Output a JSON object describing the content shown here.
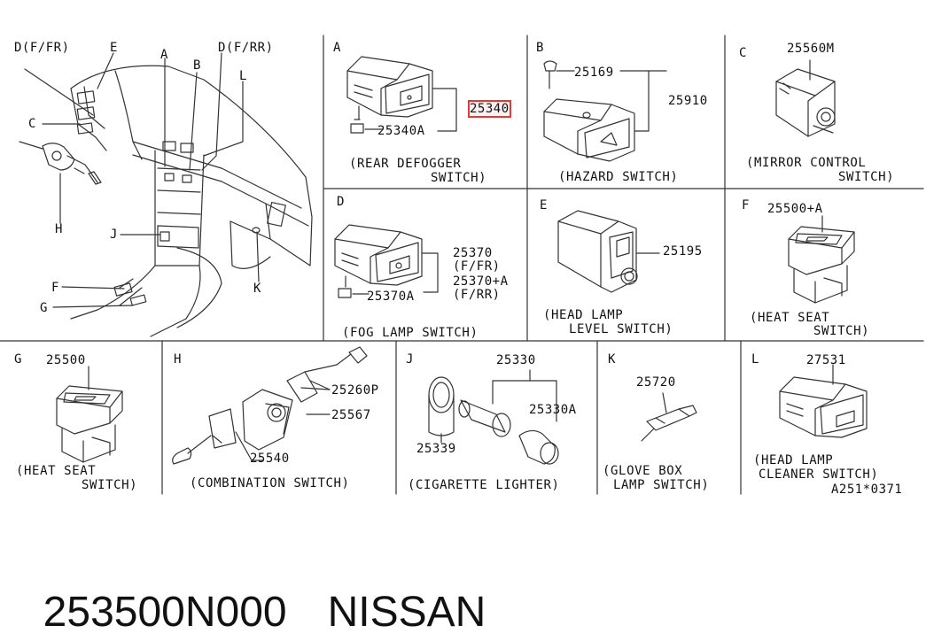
{
  "overview": {
    "labels": {
      "d_fr": "D(F/FR)",
      "e": "E",
      "a": "A",
      "b": "B",
      "d_rr": "D(F/RR)",
      "l": "L",
      "c": "C",
      "h": "H",
      "j": "J",
      "f": "F",
      "g": "G",
      "k": "K"
    }
  },
  "panels": {
    "A": {
      "letter": "A",
      "parts": [
        "25340",
        "25340A"
      ],
      "caption": [
        "(REAR DEFOGGER",
        "SWITCH)"
      ]
    },
    "B": {
      "letter": "B",
      "parts": [
        "25169",
        "25910"
      ],
      "caption": [
        "(HAZARD SWITCH)"
      ]
    },
    "C": {
      "letter": "C",
      "parts": [
        "25560M"
      ],
      "caption": [
        "(MIRROR CONTROL",
        "SWITCH)"
      ]
    },
    "D": {
      "letter": "D",
      "parts": [
        "25370",
        "(F/FR)",
        "25370+A",
        "(F/RR)",
        "25370A"
      ],
      "caption": [
        "(FOG LAMP SWITCH)"
      ]
    },
    "E": {
      "letter": "E",
      "parts": [
        "25195"
      ],
      "caption": [
        "(HEAD LAMP",
        "LEVEL SWITCH)"
      ]
    },
    "F": {
      "letter": "F",
      "parts": [
        "25500+A"
      ],
      "caption": [
        "(HEAT SEAT",
        "SWITCH)"
      ]
    },
    "G": {
      "letter": "G",
      "parts": [
        "25500"
      ],
      "caption": [
        "(HEAT SEAT",
        "SWITCH)"
      ]
    },
    "H": {
      "letter": "H",
      "parts": [
        "25260P",
        "25567",
        "25540"
      ],
      "caption": [
        "(COMBINATION SWITCH)"
      ]
    },
    "J": {
      "letter": "J",
      "parts": [
        "25330",
        "25330A",
        "25339"
      ],
      "caption": [
        "(CIGARETTE LIGHTER)"
      ]
    },
    "K": {
      "letter": "K",
      "parts": [
        "25720"
      ],
      "caption": [
        "(GLOVE BOX",
        "LAMP SWITCH)"
      ]
    },
    "L": {
      "letter": "L",
      "parts": [
        "27531"
      ],
      "caption": [
        "(HEAD LAMP",
        "CLEANER SWITCH)"
      ]
    }
  },
  "diagram_code": "A251*0371",
  "footer": {
    "part_number": "253500N000",
    "brand": "NISSAN"
  },
  "colors": {
    "line": "#333333",
    "highlight": "#e53935"
  }
}
